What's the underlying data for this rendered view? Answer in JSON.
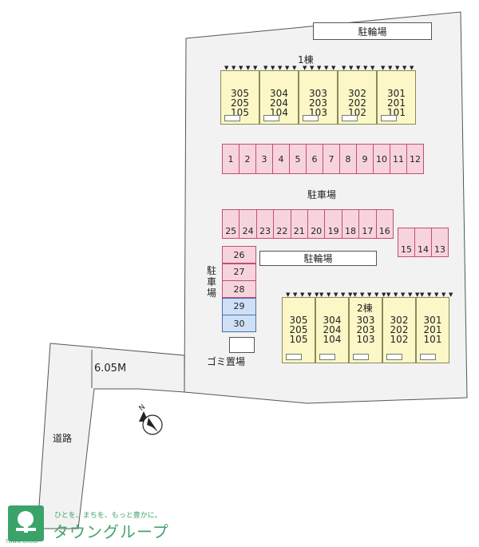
{
  "labels": {
    "bike_parking_top": "駐輪場",
    "bike_parking_mid": "駐輪場",
    "parking": "駐車場",
    "parking_vertical": [
      "駐",
      "車",
      "場"
    ],
    "garbage": "ゴミ置場",
    "road": "道路",
    "road_width": "6.05M",
    "north_mark": "N",
    "building1": "1棟",
    "building2": "2棟"
  },
  "building1_units": [
    {
      "nums": [
        "305",
        "205",
        "105"
      ]
    },
    {
      "nums": [
        "304",
        "204",
        "104"
      ]
    },
    {
      "nums": [
        "303",
        "203",
        "103"
      ]
    },
    {
      "nums": [
        "302",
        "202",
        "102"
      ]
    },
    {
      "nums": [
        "301",
        "201",
        "101"
      ]
    }
  ],
  "building2_units": [
    {
      "nums": [
        "305",
        "205",
        "105"
      ]
    },
    {
      "nums": [
        "304",
        "204",
        "104"
      ]
    },
    {
      "nums": [
        "303",
        "203",
        "103"
      ]
    },
    {
      "nums": [
        "302",
        "202",
        "102"
      ]
    },
    {
      "nums": [
        "301",
        "201",
        "101"
      ]
    }
  ],
  "parking_row1": [
    "1",
    "2",
    "3",
    "4",
    "5",
    "6",
    "7",
    "8",
    "9",
    "10",
    "11",
    "12"
  ],
  "parking_row2": [
    "25",
    "24",
    "23",
    "22",
    "21",
    "20",
    "19",
    "18",
    "17",
    "16"
  ],
  "parking_row3": [
    "15",
    "14",
    "13"
  ],
  "parking_column": [
    {
      "n": "26",
      "color": "pink"
    },
    {
      "n": "27",
      "color": "pink"
    },
    {
      "n": "28",
      "color": "pink"
    },
    {
      "n": "29",
      "color": "blue"
    },
    {
      "n": "30",
      "color": "blue"
    }
  ],
  "colors": {
    "parking": "#f7d4dd",
    "parking_blue": "#cfe0f6",
    "building": "#fbf7c6",
    "lot": "#f2f2f2",
    "brand": "#43a56d"
  },
  "brand": {
    "name": "タウングループ",
    "tagline": "ひとを、まちを、もっと豊かに。",
    "logo_caption": "TOWN GROUP"
  }
}
